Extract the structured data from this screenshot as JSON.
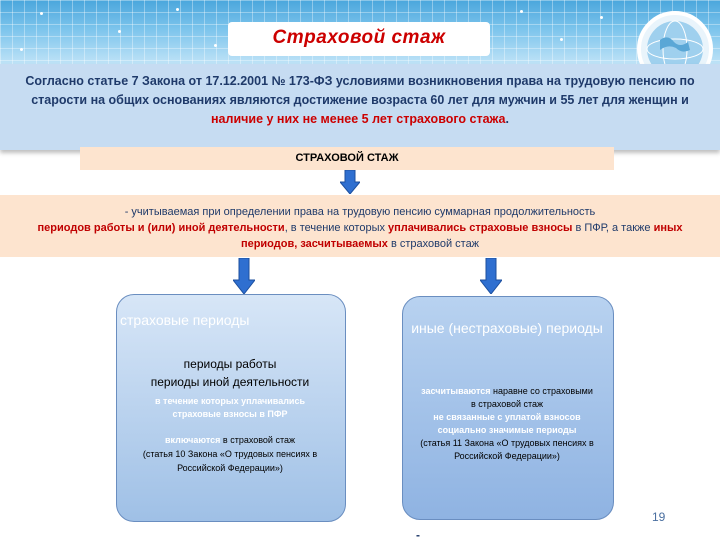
{
  "title": "Страховой стаж",
  "intro": {
    "part1": "Согласно статье 7 Закона от 17.12.2001 № 173-ФЗ условиями возникновения права на трудовую пенсию по старости на общих основаниях являются достижение возраста 60 лет для мужчин и  55 лет для женщин и ",
    "highlight": "наличие у них не менее 5 лет страхового стажа",
    "part2": "."
  },
  "staj_label": "СТРАХОВОЙ СТАЖ",
  "definition": {
    "p1": "- учитываемая при определении права на трудовую пенсию суммарная продолжительность",
    "b1": "периодов работы и (или) иной деятельности",
    "p2": ", в течение которых ",
    "b2": "уплачивались страховые взносы",
    "p3": " в ПФР, а также ",
    "b3": "иных периодов, засчитываемых",
    "p4": " в страховой стаж"
  },
  "left_card": {
    "heading": "страховые периоды",
    "line1": "периоды работы",
    "line2": "периоды иной деятельности",
    "white_text": "в течение которых уплачивались страховые взносы в ПФР",
    "included_word": "включаются",
    "included_rest": " в страховой стаж",
    "law": "(статья 10 Закона «О трудовых пенсиях в Российской Федерации»)"
  },
  "right_card": {
    "heading": "иные (нестраховые) периоды",
    "counted_word": "засчитываются",
    "counted_rest": "  наравне со страховыми  в страховой стаж",
    "white_text": "не связанные с уплатой взносов социально значимые периоды",
    "law": "(статья 11 Закона «О трудовых пенсиях в Российской Федерации»)"
  },
  "page_number": "19",
  "footer_dash": "-",
  "colors": {
    "header_blue": "#4aa6dc",
    "title_red": "#cc0000",
    "intro_bg": "#c6dcf2",
    "peach": "#fde4cf",
    "arrow_blue": "#2f6fd0"
  }
}
